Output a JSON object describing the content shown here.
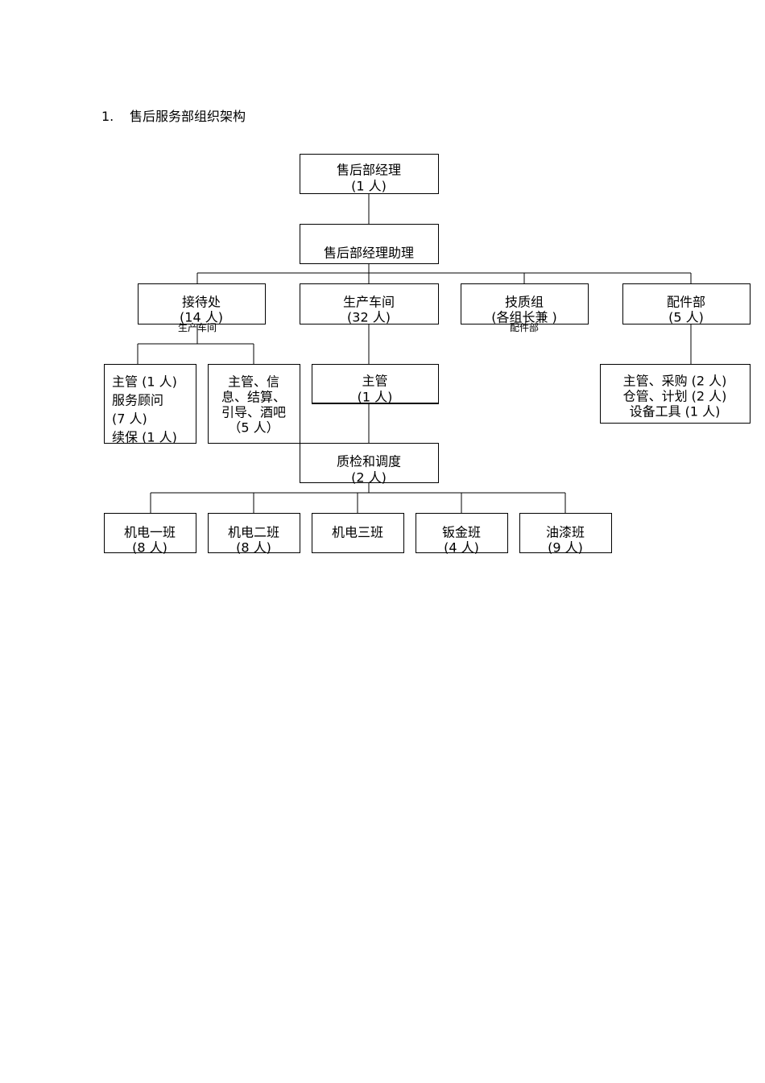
{
  "heading": {
    "number": "1.",
    "title": "售后服务部组织架构"
  },
  "org": {
    "manager": {
      "lines": [
        "售后部经理",
        "(1 人)"
      ]
    },
    "assistant": {
      "lines": [
        "售后部经理助理"
      ]
    },
    "reception": {
      "lines": [
        "接待处",
        "(14 人)"
      ]
    },
    "production": {
      "lines": [
        "生产车间",
        "(32 人)"
      ]
    },
    "quality_tech": {
      "lines": [
        "技质组",
        "(各组长兼 )"
      ]
    },
    "parts": {
      "lines": [
        "配件部",
        "(5 人)"
      ]
    },
    "reception_sub1": {
      "lines": [
        "主管 (1 人)",
        "服务顾问",
        "(7 人)",
        "续保 (1 人)"
      ]
    },
    "reception_sub2": {
      "lines": [
        "主管、信",
        "息、结算、",
        "引导、酒吧",
        "（5 人）"
      ]
    },
    "production_supervisor": {
      "lines": [
        "主管",
        "(1 人)"
      ]
    },
    "parts_sub": {
      "lines": [
        "主管、采购 (2 人)",
        "仓管、计划 (2 人)",
        "设备工具 (1 人)"
      ]
    },
    "qc_dispatch": {
      "lines": [
        "质检和调度",
        "(2 人)"
      ]
    },
    "team1": {
      "lines": [
        "机电一班",
        "(8 人)"
      ]
    },
    "team2": {
      "lines": [
        "机电二班",
        "(8 人)"
      ]
    },
    "team3": {
      "lines": [
        "机电三班"
      ]
    },
    "team4": {
      "lines": [
        "钣金班",
        "(4 人)"
      ]
    },
    "team5": {
      "lines": [
        "油漆班",
        "(9 人)"
      ]
    },
    "note_reception": "生产车间",
    "note_quality": "配件部"
  }
}
